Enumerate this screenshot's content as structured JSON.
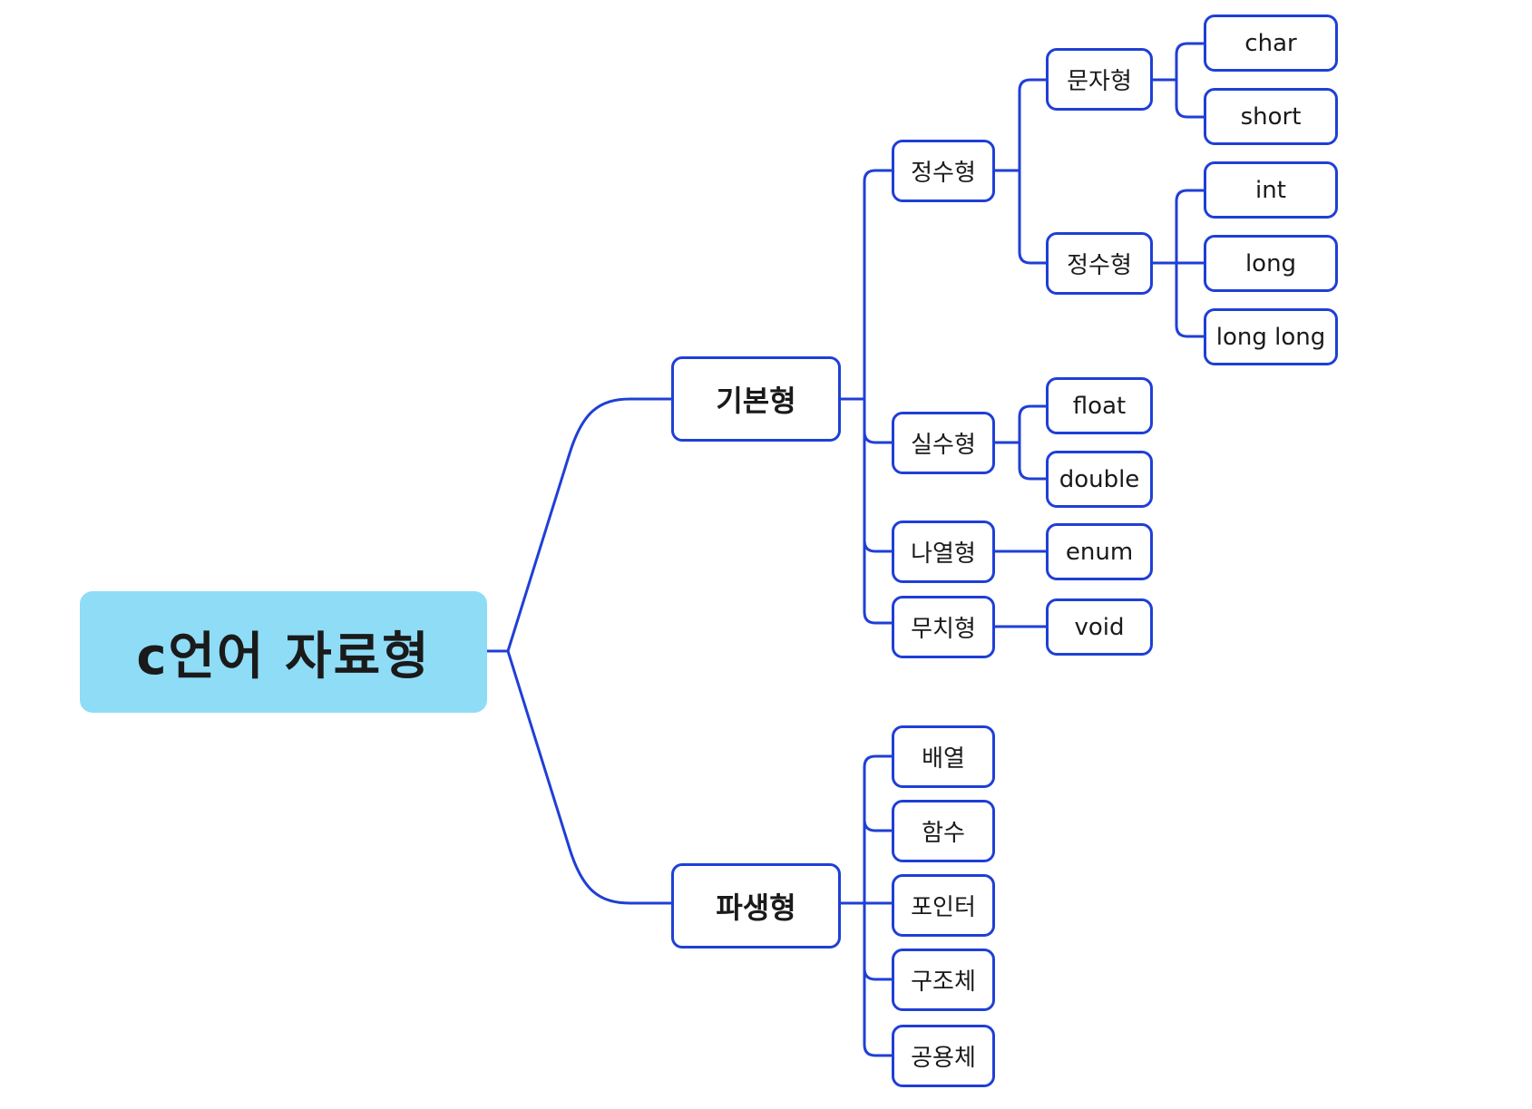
{
  "colors": {
    "line": "#1f3fd6",
    "root_fill": "#8fdcf7",
    "node_border": "#1f3fd6"
  },
  "root": {
    "label": "c언어 자료형"
  },
  "basic": {
    "label": "기본형",
    "integer": {
      "label": "정수형",
      "char_type": {
        "label": "문자형",
        "items": [
          "char",
          "short"
        ]
      },
      "int_type": {
        "label": "정수형",
        "items": [
          "int",
          "long",
          "long long"
        ]
      }
    },
    "real": {
      "label": "실수형",
      "items": [
        "float",
        "double"
      ]
    },
    "enumerated": {
      "label": "나열형",
      "items": [
        "enum"
      ]
    },
    "void_type": {
      "label": "무치형",
      "items": [
        "void"
      ]
    }
  },
  "derived": {
    "label": "파생형",
    "items": [
      "배열",
      "함수",
      "포인터",
      "구조체",
      "공용체"
    ]
  }
}
